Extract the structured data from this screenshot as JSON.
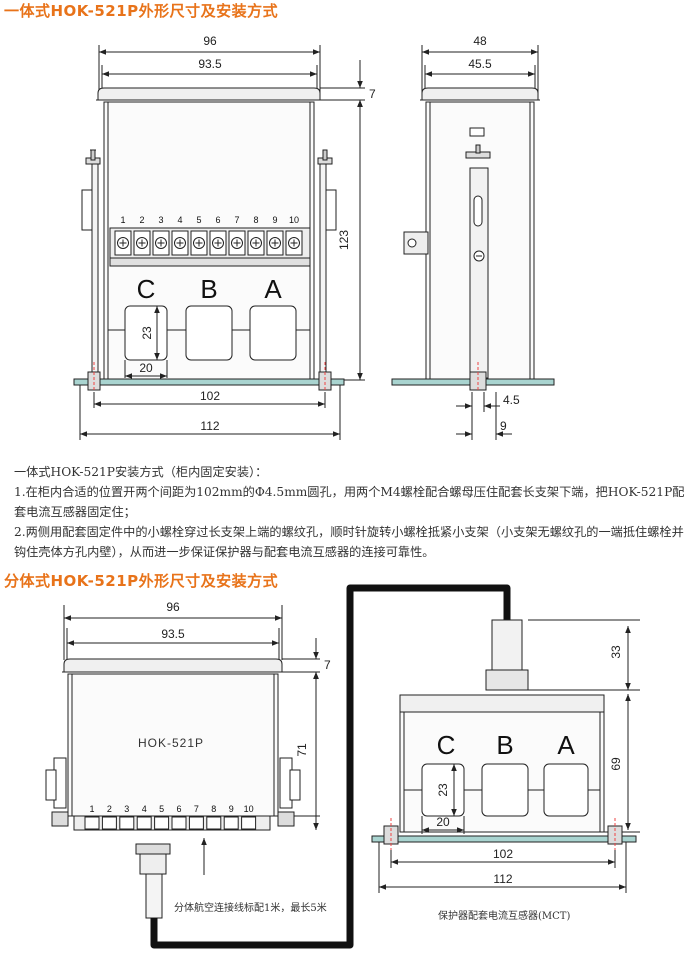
{
  "section1": {
    "title": "一体式HOK-521P外形尺寸及安装方式",
    "front": {
      "dim_width_outer": "96",
      "dim_width_inner": "93.5",
      "dim_top": "7",
      "dim_height": "123",
      "dim_hole_w": "23",
      "dim_hole_h": "20",
      "dim_mount": "102",
      "dim_base": "112",
      "terminals": [
        "1",
        "2",
        "3",
        "4",
        "5",
        "6",
        "7",
        "8",
        "9",
        "10"
      ],
      "phases": [
        "C",
        "B",
        "A"
      ]
    },
    "side": {
      "dim_width_outer": "48",
      "dim_width_inner": "45.5",
      "dim_slot": "4.5",
      "dim_foot": "9"
    }
  },
  "install": {
    "heading": "一体式HOK-521P安装方式（柜内固定安装）：",
    "step1": "1.在柜内合适的位置开两个间距为102mm的Φ4.5mm圆孔，用两个M4螺栓配合螺母压住配套长支架下端，把HOK-521P配套电流互感器固定住；",
    "step2": "2.两侧用配套固定件中的小螺栓穿过长支架上端的螺纹孔，顺时针旋转小螺栓抵紧小支架（小支架无螺纹孔的一端抵住螺栓并钩住壳体方孔内壁），从而进一步保证保护器与配套电流互感器的连接可靠性。"
  },
  "section2": {
    "title": "分体式HOK-521P外形尺寸及安装方式",
    "unit": {
      "dim_width_outer": "96",
      "dim_width_inner": "93.5",
      "dim_top": "7",
      "dim_height": "71",
      "label": "HOK-521P",
      "terminals": [
        "1",
        "2",
        "3",
        "4",
        "5",
        "6",
        "7",
        "8",
        "9",
        "10"
      ],
      "cable_note": "分体航空连接线标配1米，最长5米"
    },
    "mct": {
      "dim_top": "33",
      "dim_height": "69",
      "dim_hole_w": "23",
      "dim_hole_h": "20",
      "dim_mount": "102",
      "dim_base": "112",
      "phases": [
        "C",
        "B",
        "A"
      ],
      "caption": "保护器配套电流互感器(MCT)"
    }
  },
  "colors": {
    "title": "#e8731a",
    "mount_plate": "#a9d4d0",
    "cable": "#111111"
  }
}
